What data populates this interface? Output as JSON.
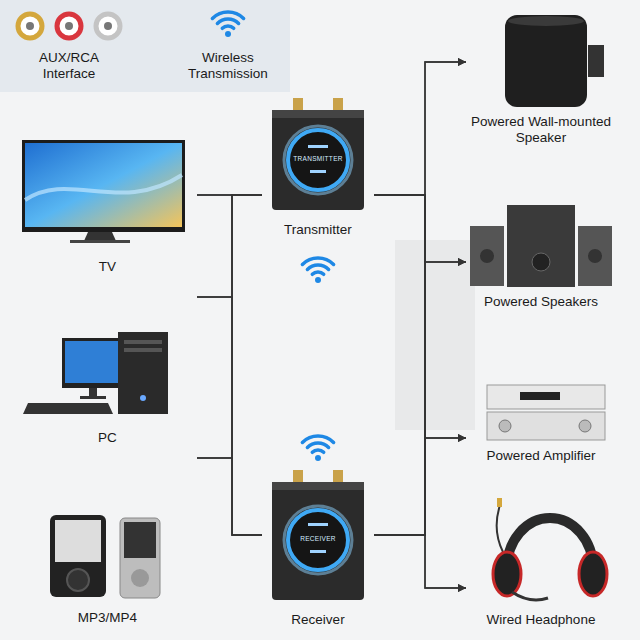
{
  "diagram": {
    "nodes": [
      {
        "text": [
          "TV"
        ]
      },
      {
        "text": [
          "PC"
        ]
      },
      {
        "text": [
          "MP3/MP4"
        ]
      },
      {
        "text": [
          "Transmitter",
          "TRANSMITTER"
        ]
      },
      {
        "text": [
          "Receiver",
          "RECEIVER"
        ]
      },
      {
        "text": [
          "Powered Wall-mounted Speaker"
        ]
      },
      {
        "text": [
          "Powered Speakers"
        ]
      },
      {
        "text": [
          "Powered Amplifier"
        ]
      },
      {
        "text": [
          "Wired Headphone"
        ]
      }
    ],
    "edges": [
      {
        "from": 0,
        "to": 3,
        "arrow": "none"
      },
      {
        "from": 1,
        "to": 3,
        "arrow": "none"
      },
      {
        "from": 2,
        "to": 3,
        "arrow": "none"
      },
      {
        "from": 0,
        "to": 4,
        "arrow": "none"
      },
      {
        "from": 1,
        "to": 4,
        "arrow": "none"
      },
      {
        "from": 2,
        "to": 4,
        "arrow": "none"
      },
      {
        "from": 3,
        "to": 5,
        "arrow": "to"
      },
      {
        "from": 3,
        "to": 6,
        "arrow": "to"
      },
      {
        "from": 3,
        "to": 7,
        "arrow": "to"
      },
      {
        "from": 3,
        "to": 8,
        "arrow": "to"
      },
      {
        "from": 4,
        "to": 5,
        "arrow": "to"
      },
      {
        "from": 4,
        "to": 6,
        "arrow": "to"
      },
      {
        "from": 4,
        "to": 7,
        "arrow": "to"
      },
      {
        "from": 4,
        "to": 8,
        "arrow": "to"
      }
    ],
    "labels": [
      "AUX/RCA Interface",
      "Wireless Transmission"
    ]
  }
}
